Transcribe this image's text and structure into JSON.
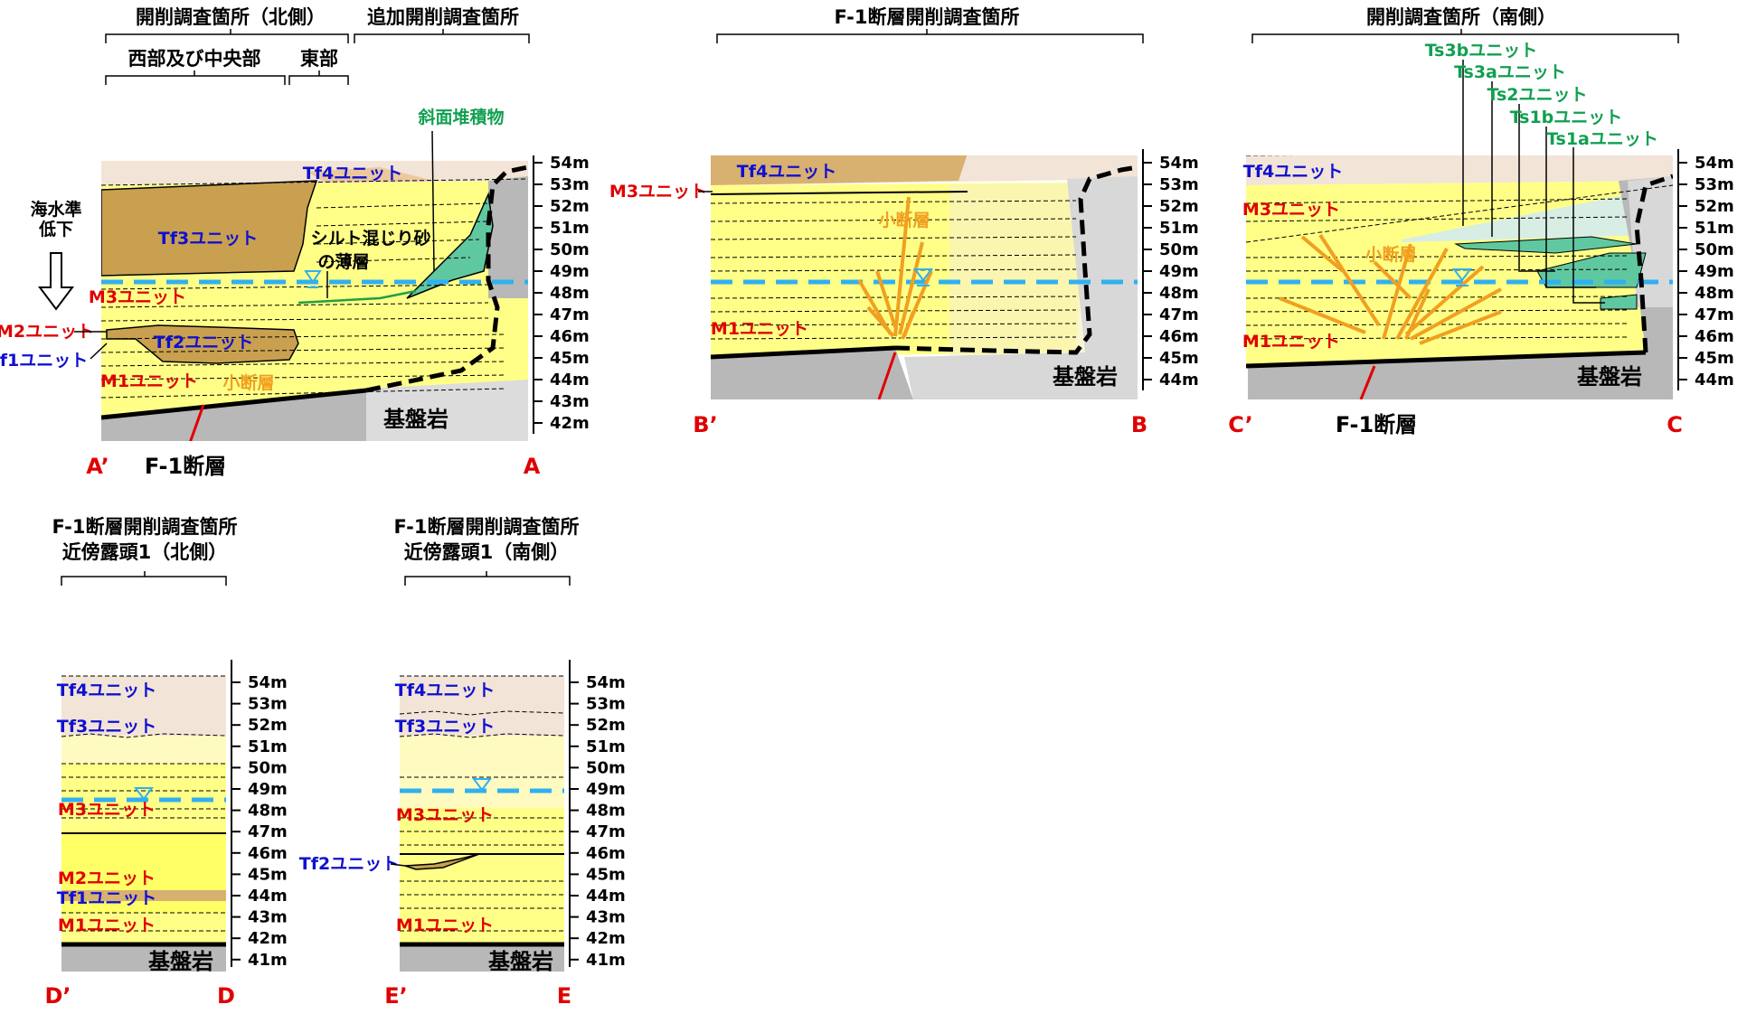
{
  "headings": {
    "p1_north": "開削調査箇所（北側）",
    "p1_west": "西部及び中央部",
    "p1_east": "東部",
    "p1_extra": "追加開削調査箇所",
    "p2": "F-1断層開削調査箇所",
    "p3": "開削調査箇所（南側）",
    "p4_l1": "F-1断層開削調査箇所",
    "p4_l2": "近傍露頭1（北側）",
    "p5_l1": "F-1断層開削調査箇所",
    "p5_l2": "近傍露頭1（南側）"
  },
  "units": {
    "tf1": "Tf1ユニット",
    "tf2": "Tf2ユニット",
    "tf3": "Tf3ユニット",
    "tf4": "Tf4ユニット",
    "m1": "M1ユニット",
    "m2": "M2ユニット",
    "m3": "M3ユニット",
    "ts1a": "Ts1aユニット",
    "ts1b": "Ts1bユニット",
    "ts2": "Ts2ユニット",
    "ts3a": "Ts3aユニット",
    "ts3b": "Ts3bユニット"
  },
  "labels": {
    "bedrock": "基盤岩",
    "small_fault": "小断層",
    "fault": "F-1断層",
    "slope": "斜面堆積物",
    "silt_l1": "シルト混じり砂",
    "silt_l2": "の薄層",
    "sea_l1": "海水準",
    "sea_l2": "低下"
  },
  "sections": {
    "A": "A",
    "A_prime": "A’",
    "B": "B",
    "B_prime": "B’",
    "C": "C",
    "C_prime": "C’",
    "D": "D",
    "D_prime": "D’",
    "E": "E",
    "E_prime": "E’"
  },
  "scales": {
    "p1": [
      "54m",
      "53m",
      "52m",
      "51m",
      "50m",
      "49m",
      "48m",
      "47m",
      "46m",
      "45m",
      "44m",
      "43m",
      "42m"
    ],
    "p2": [
      "54m",
      "53m",
      "52m",
      "51m",
      "50m",
      "49m",
      "48m",
      "47m",
      "46m",
      "45m",
      "44m"
    ],
    "p3": [
      "54m",
      "53m",
      "52m",
      "51m",
      "50m",
      "49m",
      "48m",
      "47m",
      "46m",
      "45m",
      "44m"
    ],
    "p4": [
      "54m",
      "53m",
      "52m",
      "51m",
      "50m",
      "49m",
      "48m",
      "47m",
      "46m",
      "45m",
      "44m",
      "43m",
      "42m",
      "41m"
    ],
    "p5": [
      "54m",
      "53m",
      "52m",
      "51m",
      "50m",
      "49m",
      "48m",
      "47m",
      "46m",
      "45m",
      "44m",
      "43m",
      "42m",
      "41m"
    ]
  },
  "colors": {
    "sand_yellow": "#ffff88",
    "tf_brown": "#c8a050",
    "soil_beige": "#f2e4d6",
    "bedrock_gray": "#b8b8b8",
    "slope_green": "#60c8a0",
    "water_blue": "#30b0f0"
  }
}
